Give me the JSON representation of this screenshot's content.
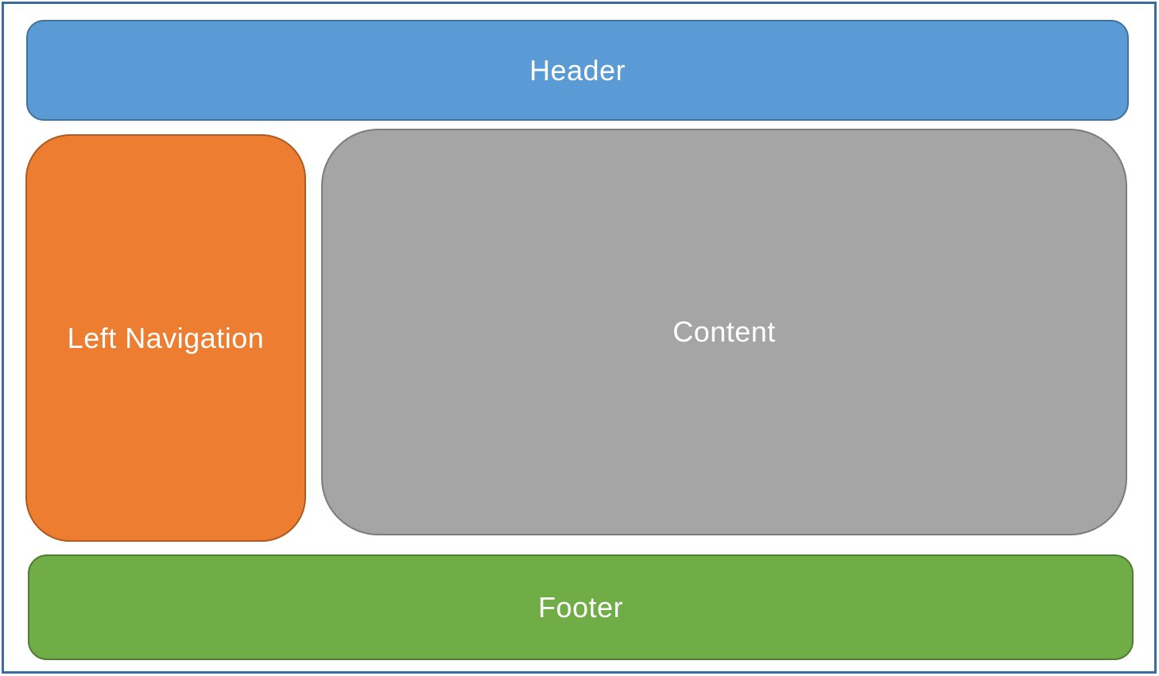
{
  "diagram": {
    "page_border_color": "#3a6c9e",
    "text_color": "#ffffff",
    "regions": {
      "header": {
        "label": "Header",
        "fill": "#5b9bd5",
        "border": "#41719c"
      },
      "left_nav": {
        "label": "Left Navigation",
        "fill": "#ed7d31",
        "border": "#ae5a21"
      },
      "content": {
        "label": "Content",
        "fill": "#a5a5a5",
        "border": "#7b7b7b"
      },
      "footer": {
        "label": "Footer",
        "fill": "#70ad47",
        "border": "#507e32"
      }
    }
  }
}
